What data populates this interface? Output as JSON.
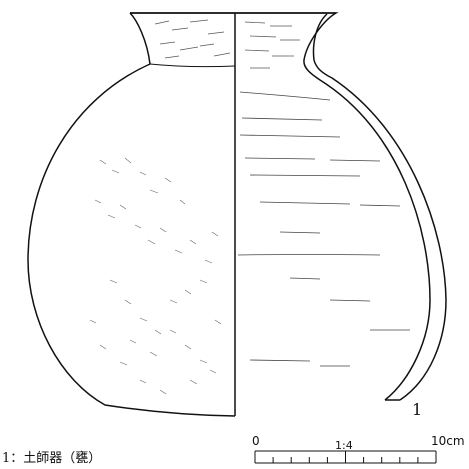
{
  "figure": {
    "number": "1",
    "caption": "1：土師器（甕）"
  },
  "scale_bar": {
    "start_label": "0",
    "ratio_label": "1:4",
    "end_label": "10cm",
    "divisions": 10
  },
  "colors": {
    "line": "#111111",
    "background": "#ffffff"
  }
}
